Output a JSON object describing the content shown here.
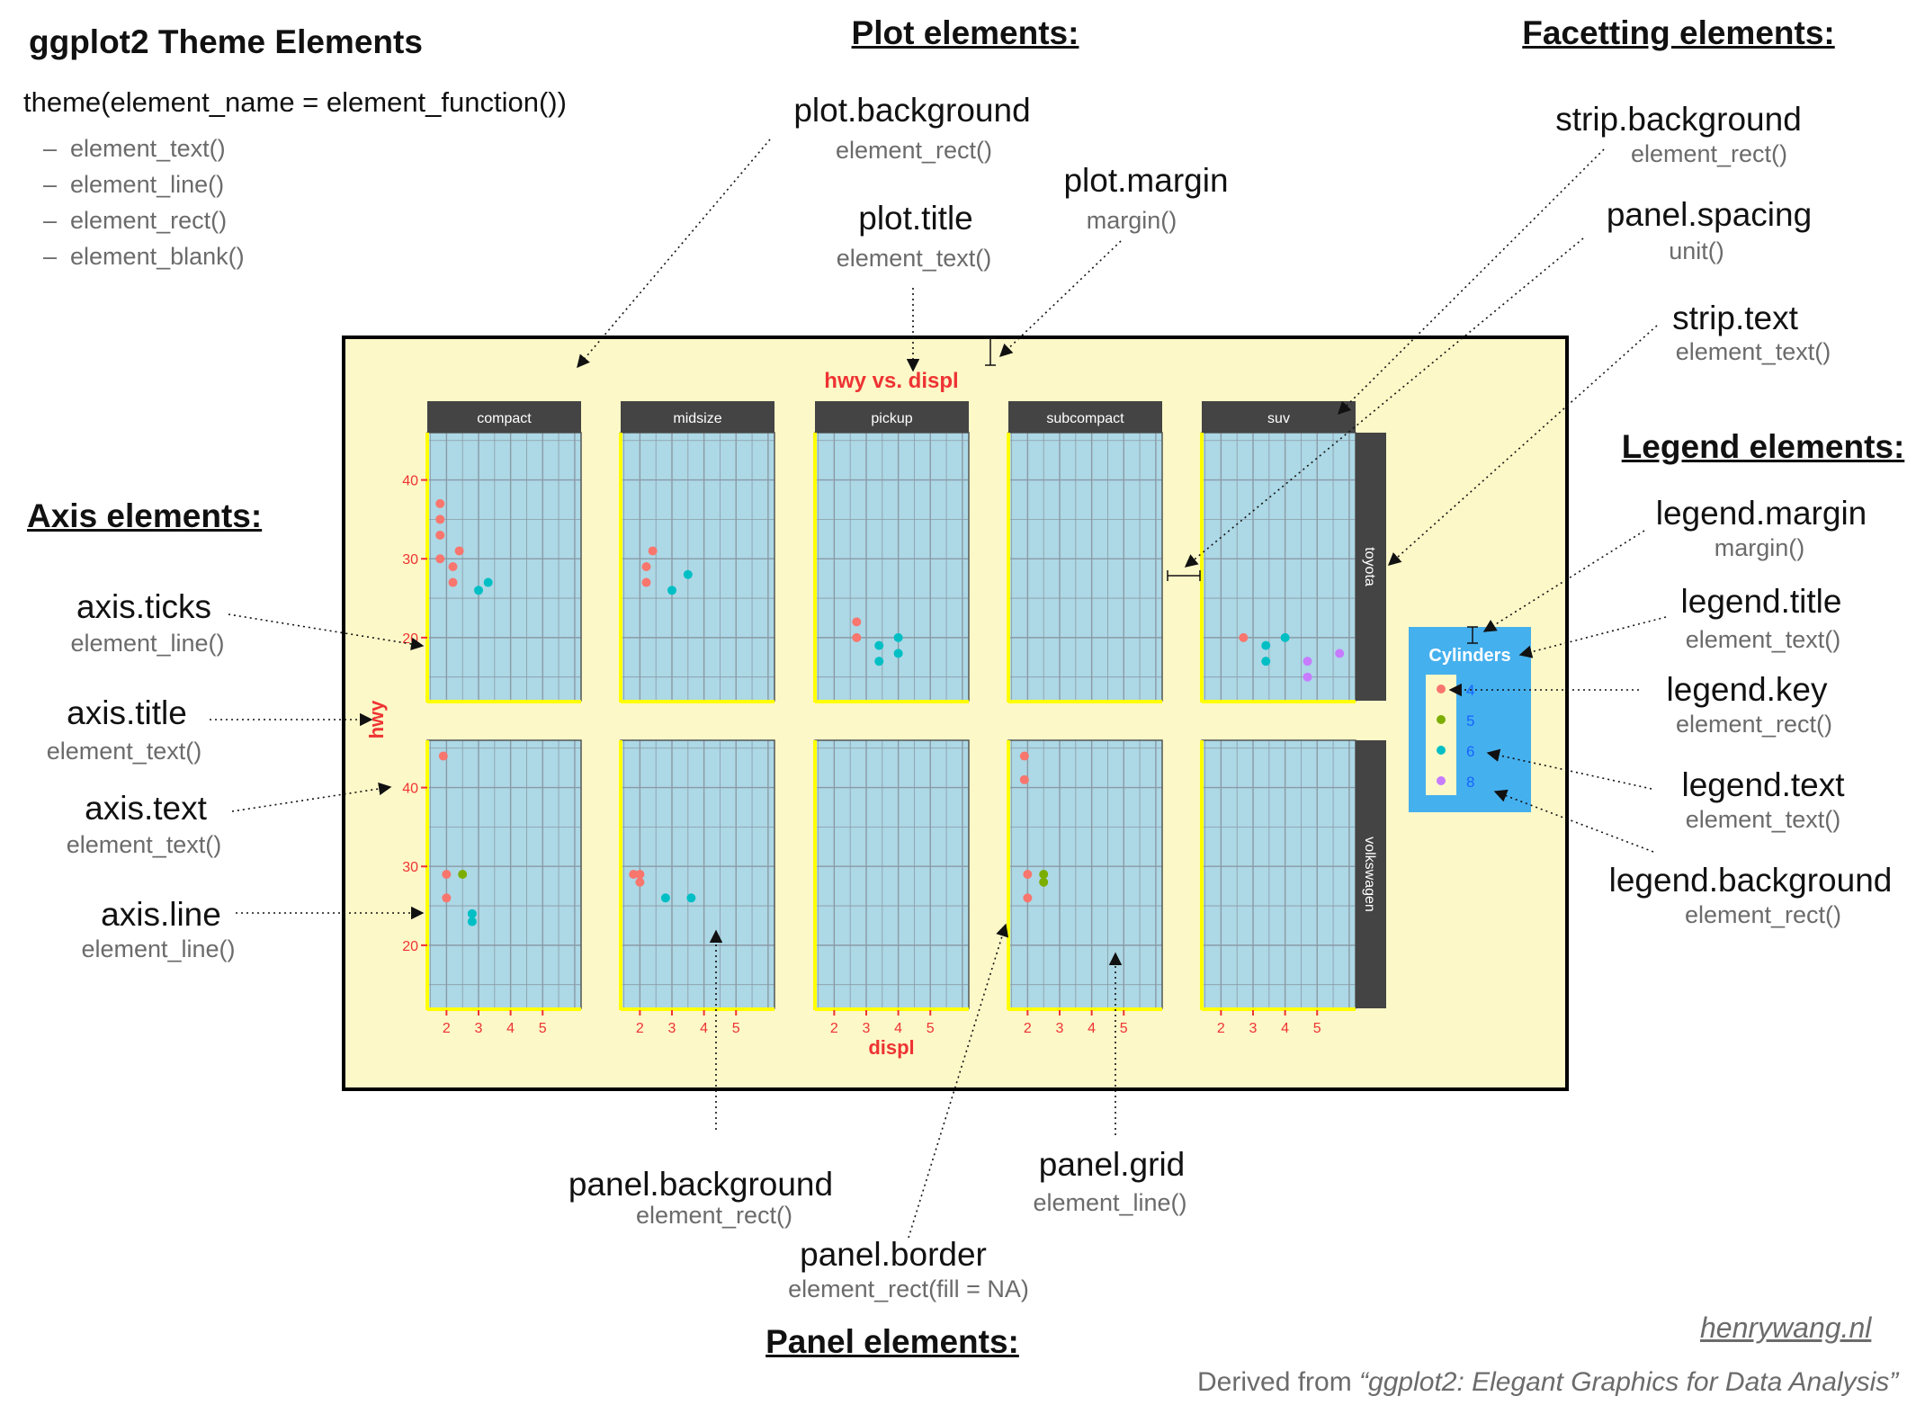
{
  "header": {
    "title": "ggplot2 Theme Elements",
    "syntax": "theme(element_name = element_function())",
    "functions": [
      "element_text()",
      "element_line()",
      "element_rect()",
      "element_blank()"
    ]
  },
  "sections": {
    "plot": "Plot elements:",
    "facetting": "Facetting elements:",
    "axis": "Axis elements:",
    "legend": "Legend elements:",
    "panel": "Panel elements:"
  },
  "annotations": {
    "plot_background": {
      "name": "plot.background",
      "fn": "element_rect()"
    },
    "plot_title": {
      "name": "plot.title",
      "fn": "element_text()"
    },
    "plot_margin": {
      "name": "plot.margin",
      "fn": "margin()"
    },
    "strip_background": {
      "name": "strip.background",
      "fn": "element_rect()"
    },
    "panel_spacing": {
      "name": "panel.spacing",
      "fn": "unit()"
    },
    "strip_text": {
      "name": "strip.text",
      "fn": "element_text()"
    },
    "axis_ticks": {
      "name": "axis.ticks",
      "fn": "element_line()"
    },
    "axis_title": {
      "name": "axis.title",
      "fn": "element_text()"
    },
    "axis_text": {
      "name": "axis.text",
      "fn": "element_text()"
    },
    "axis_line": {
      "name": "axis.line",
      "fn": "element_line()"
    },
    "legend_margin": {
      "name": "legend.margin",
      "fn": "margin()"
    },
    "legend_title": {
      "name": "legend.title",
      "fn": "element_text()"
    },
    "legend_key": {
      "name": "legend.key",
      "fn": "element_rect()"
    },
    "legend_text": {
      "name": "legend.text",
      "fn": "element_text()"
    },
    "legend_background": {
      "name": "legend.background",
      "fn": "element_rect()"
    },
    "panel_background": {
      "name": "panel.background",
      "fn": "element_rect()"
    },
    "panel_grid": {
      "name": "panel.grid",
      "fn": "element_line()"
    },
    "panel_border": {
      "name": "panel.border",
      "fn": "element_rect(fill = NA)"
    }
  },
  "credit": {
    "link": "henrywang.nl",
    "prefix": "Derived from ",
    "source": "“ggplot2: Elegant Graphics for Data Analysis”"
  },
  "colors": {
    "plot_background": "#fdf8c8",
    "panel_background": "#add8e6",
    "strip_background": "#444444",
    "legend_background": "#45b0ee",
    "legend_key": "#fdf8c8",
    "accent_text": "#ee3333",
    "axis_line": "#ffff00",
    "legend_text": "#1565ff",
    "cyl4": "#f8766d",
    "cyl5": "#7cae00",
    "cyl6": "#00bfc4",
    "cyl8": "#c77cff"
  },
  "chart_data": {
    "type": "scatter",
    "title": "hwy vs. displ",
    "xlabel": "displ",
    "ylabel": "hwy",
    "xlim": [
      1.4,
      6.2
    ],
    "ylim": [
      12,
      46
    ],
    "x_ticks": [
      2,
      3,
      4,
      5
    ],
    "y_ticks": [
      20,
      30,
      40
    ],
    "columns": [
      "compact",
      "midsize",
      "pickup",
      "subcompact",
      "suv"
    ],
    "rows": [
      "toyota",
      "volkswagen"
    ],
    "legend": {
      "title": "Cylinders",
      "labels": [
        "4",
        "5",
        "6",
        "8"
      ]
    },
    "points": [
      {
        "col": "compact",
        "row": "toyota",
        "cyl": "4",
        "x": 1.8,
        "y": 37
      },
      {
        "col": "compact",
        "row": "toyota",
        "cyl": "4",
        "x": 1.8,
        "y": 35
      },
      {
        "col": "compact",
        "row": "toyota",
        "cyl": "4",
        "x": 1.8,
        "y": 33
      },
      {
        "col": "compact",
        "row": "toyota",
        "cyl": "4",
        "x": 1.8,
        "y": 30
      },
      {
        "col": "compact",
        "row": "toyota",
        "cyl": "4",
        "x": 2.2,
        "y": 29
      },
      {
        "col": "compact",
        "row": "toyota",
        "cyl": "4",
        "x": 2.2,
        "y": 27
      },
      {
        "col": "compact",
        "row": "toyota",
        "cyl": "4",
        "x": 2.4,
        "y": 31
      },
      {
        "col": "compact",
        "row": "toyota",
        "cyl": "6",
        "x": 3.0,
        "y": 26
      },
      {
        "col": "compact",
        "row": "toyota",
        "cyl": "6",
        "x": 3.3,
        "y": 27
      },
      {
        "col": "midsize",
        "row": "toyota",
        "cyl": "4",
        "x": 2.2,
        "y": 29
      },
      {
        "col": "midsize",
        "row": "toyota",
        "cyl": "4",
        "x": 2.2,
        "y": 27
      },
      {
        "col": "midsize",
        "row": "toyota",
        "cyl": "4",
        "x": 2.4,
        "y": 31
      },
      {
        "col": "midsize",
        "row": "toyota",
        "cyl": "6",
        "x": 3.0,
        "y": 26
      },
      {
        "col": "midsize",
        "row": "toyota",
        "cyl": "6",
        "x": 3.5,
        "y": 28
      },
      {
        "col": "pickup",
        "row": "toyota",
        "cyl": "4",
        "x": 2.7,
        "y": 22
      },
      {
        "col": "pickup",
        "row": "toyota",
        "cyl": "4",
        "x": 2.7,
        "y": 20
      },
      {
        "col": "pickup",
        "row": "toyota",
        "cyl": "6",
        "x": 3.4,
        "y": 19
      },
      {
        "col": "pickup",
        "row": "toyota",
        "cyl": "6",
        "x": 3.4,
        "y": 17
      },
      {
        "col": "pickup",
        "row": "toyota",
        "cyl": "6",
        "x": 4.0,
        "y": 20
      },
      {
        "col": "pickup",
        "row": "toyota",
        "cyl": "6",
        "x": 4.0,
        "y": 18
      },
      {
        "col": "suv",
        "row": "toyota",
        "cyl": "4",
        "x": 2.7,
        "y": 20
      },
      {
        "col": "suv",
        "row": "toyota",
        "cyl": "6",
        "x": 3.4,
        "y": 19
      },
      {
        "col": "suv",
        "row": "toyota",
        "cyl": "6",
        "x": 3.4,
        "y": 17
      },
      {
        "col": "suv",
        "row": "toyota",
        "cyl": "6",
        "x": 4.0,
        "y": 20
      },
      {
        "col": "suv",
        "row": "toyota",
        "cyl": "8",
        "x": 4.7,
        "y": 17
      },
      {
        "col": "suv",
        "row": "toyota",
        "cyl": "8",
        "x": 4.7,
        "y": 15
      },
      {
        "col": "suv",
        "row": "toyota",
        "cyl": "8",
        "x": 5.7,
        "y": 18
      },
      {
        "col": "compact",
        "row": "volkswagen",
        "cyl": "4",
        "x": 1.9,
        "y": 44
      },
      {
        "col": "compact",
        "row": "volkswagen",
        "cyl": "4",
        "x": 2.0,
        "y": 29
      },
      {
        "col": "compact",
        "row": "volkswagen",
        "cyl": "4",
        "x": 2.0,
        "y": 26
      },
      {
        "col": "compact",
        "row": "volkswagen",
        "cyl": "5",
        "x": 2.5,
        "y": 29
      },
      {
        "col": "compact",
        "row": "volkswagen",
        "cyl": "6",
        "x": 2.8,
        "y": 24
      },
      {
        "col": "compact",
        "row": "volkswagen",
        "cyl": "6",
        "x": 2.8,
        "y": 23
      },
      {
        "col": "midsize",
        "row": "volkswagen",
        "cyl": "4",
        "x": 1.8,
        "y": 29
      },
      {
        "col": "midsize",
        "row": "volkswagen",
        "cyl": "4",
        "x": 2.0,
        "y": 29
      },
      {
        "col": "midsize",
        "row": "volkswagen",
        "cyl": "4",
        "x": 2.0,
        "y": 28
      },
      {
        "col": "midsize",
        "row": "volkswagen",
        "cyl": "6",
        "x": 2.8,
        "y": 26
      },
      {
        "col": "midsize",
        "row": "volkswagen",
        "cyl": "6",
        "x": 3.6,
        "y": 26
      },
      {
        "col": "subcompact",
        "row": "volkswagen",
        "cyl": "4",
        "x": 1.9,
        "y": 44
      },
      {
        "col": "subcompact",
        "row": "volkswagen",
        "cyl": "4",
        "x": 1.9,
        "y": 41
      },
      {
        "col": "subcompact",
        "row": "volkswagen",
        "cyl": "4",
        "x": 2.0,
        "y": 29
      },
      {
        "col": "subcompact",
        "row": "volkswagen",
        "cyl": "4",
        "x": 2.0,
        "y": 26
      },
      {
        "col": "subcompact",
        "row": "volkswagen",
        "cyl": "5",
        "x": 2.5,
        "y": 29
      },
      {
        "col": "subcompact",
        "row": "volkswagen",
        "cyl": "5",
        "x": 2.5,
        "y": 28
      }
    ]
  }
}
